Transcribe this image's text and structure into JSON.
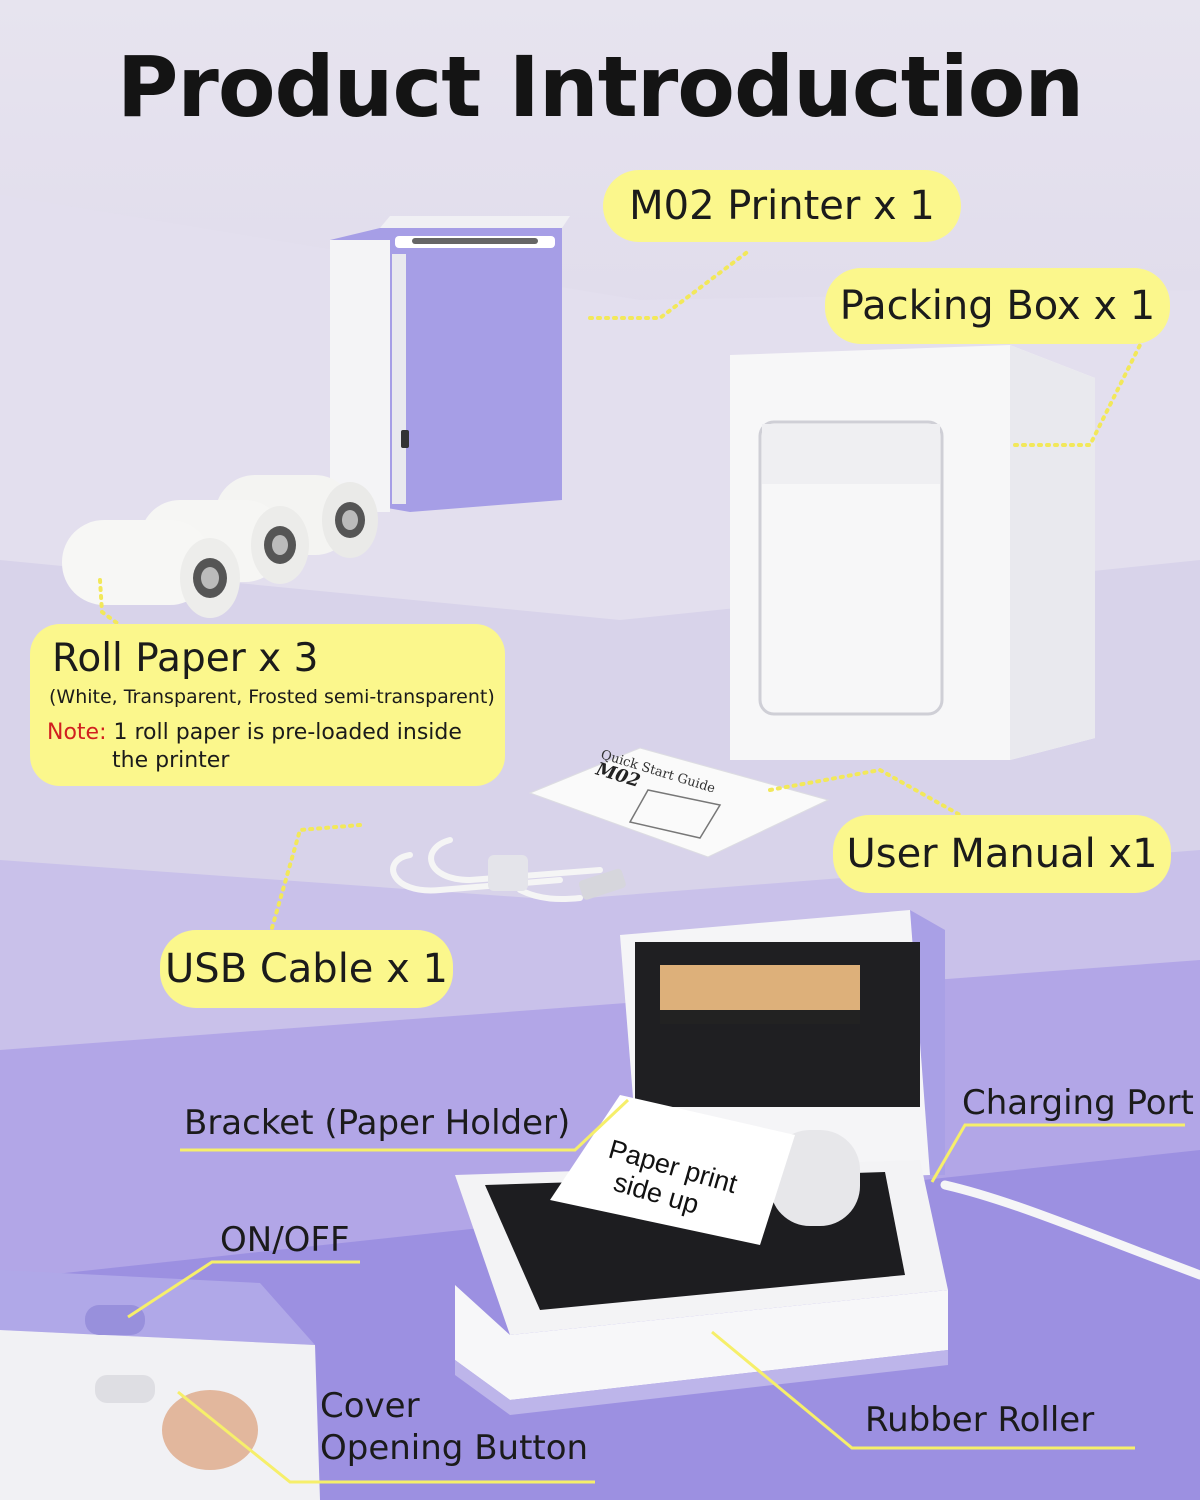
{
  "title": "Product Introduction",
  "labels": {
    "printer": "M02 Printer x 1",
    "box": "Packing Box x 1",
    "roll_title": "Roll Paper x 3",
    "roll_sub": "(White, Transparent, Frosted semi-transparent)",
    "note_label": "Note:",
    "note_text": " 1 roll paper is pre-loaded inside",
    "note_text2": "the printer",
    "manual": "User Manual x1",
    "usb": "USB Cable x 1",
    "bracket": "Bracket (Paper Holder)",
    "charging": "Charging Port",
    "onoff": "ON/OFF",
    "cover1": "Cover",
    "cover2": "Opening Button",
    "rubber": "Rubber Roller",
    "paper_print1": "Paper print",
    "paper_print2": "side up",
    "manual_cover_title": "Quick Start Guide",
    "manual_cover_model": "M02"
  },
  "colors": {
    "label_bg": "#fbf78c",
    "accent_purple": "#a79ee6",
    "note_red": "#d11f1f"
  }
}
